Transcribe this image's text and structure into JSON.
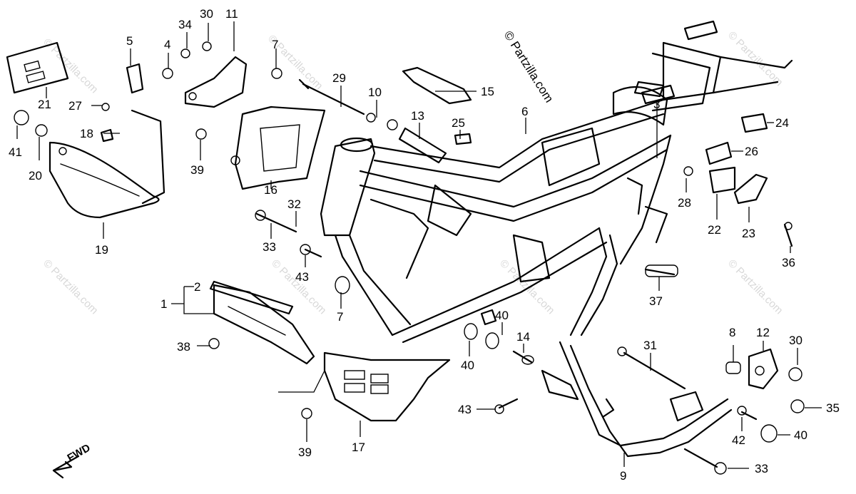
{
  "copyright": "© Partzilla.com",
  "watermark_text": "© Partzilla.com",
  "direction_label": "FWD",
  "callouts": [
    {
      "id": "c1",
      "text": "1"
    },
    {
      "id": "c2",
      "text": "2"
    },
    {
      "id": "c3",
      "text": "3"
    },
    {
      "id": "c4",
      "text": "4"
    },
    {
      "id": "c5",
      "text": "5"
    },
    {
      "id": "c6",
      "text": "6"
    },
    {
      "id": "c7a",
      "text": "7"
    },
    {
      "id": "c7b",
      "text": "7"
    },
    {
      "id": "c8",
      "text": "8"
    },
    {
      "id": "c9",
      "text": "9"
    },
    {
      "id": "c10",
      "text": "10"
    },
    {
      "id": "c11",
      "text": "11"
    },
    {
      "id": "c12",
      "text": "12"
    },
    {
      "id": "c13",
      "text": "13"
    },
    {
      "id": "c14",
      "text": "14"
    },
    {
      "id": "c15",
      "text": "15"
    },
    {
      "id": "c16",
      "text": "16"
    },
    {
      "id": "c17",
      "text": "17"
    },
    {
      "id": "c18",
      "text": "18"
    },
    {
      "id": "c19",
      "text": "19"
    },
    {
      "id": "c20",
      "text": "20"
    },
    {
      "id": "c21",
      "text": "21"
    },
    {
      "id": "c22",
      "text": "22"
    },
    {
      "id": "c23",
      "text": "23"
    },
    {
      "id": "c24",
      "text": "24"
    },
    {
      "id": "c25",
      "text": "25"
    },
    {
      "id": "c26",
      "text": "26"
    },
    {
      "id": "c27",
      "text": "27"
    },
    {
      "id": "c28",
      "text": "28"
    },
    {
      "id": "c29",
      "text": "29"
    },
    {
      "id": "c30a",
      "text": "30"
    },
    {
      "id": "c30b",
      "text": "30"
    },
    {
      "id": "c31",
      "text": "31"
    },
    {
      "id": "c32",
      "text": "32"
    },
    {
      "id": "c33a",
      "text": "33"
    },
    {
      "id": "c33b",
      "text": "33"
    },
    {
      "id": "c34",
      "text": "34"
    },
    {
      "id": "c35",
      "text": "35"
    },
    {
      "id": "c36",
      "text": "36"
    },
    {
      "id": "c37",
      "text": "37"
    },
    {
      "id": "c38",
      "text": "38"
    },
    {
      "id": "c39a",
      "text": "39"
    },
    {
      "id": "c39b",
      "text": "39"
    },
    {
      "id": "c40a",
      "text": "40"
    },
    {
      "id": "c40b",
      "text": "40"
    },
    {
      "id": "c40c",
      "text": "40"
    },
    {
      "id": "c41",
      "text": "41"
    },
    {
      "id": "c42",
      "text": "42"
    },
    {
      "id": "c43a",
      "text": "43"
    },
    {
      "id": "c43b",
      "text": "43"
    }
  ]
}
